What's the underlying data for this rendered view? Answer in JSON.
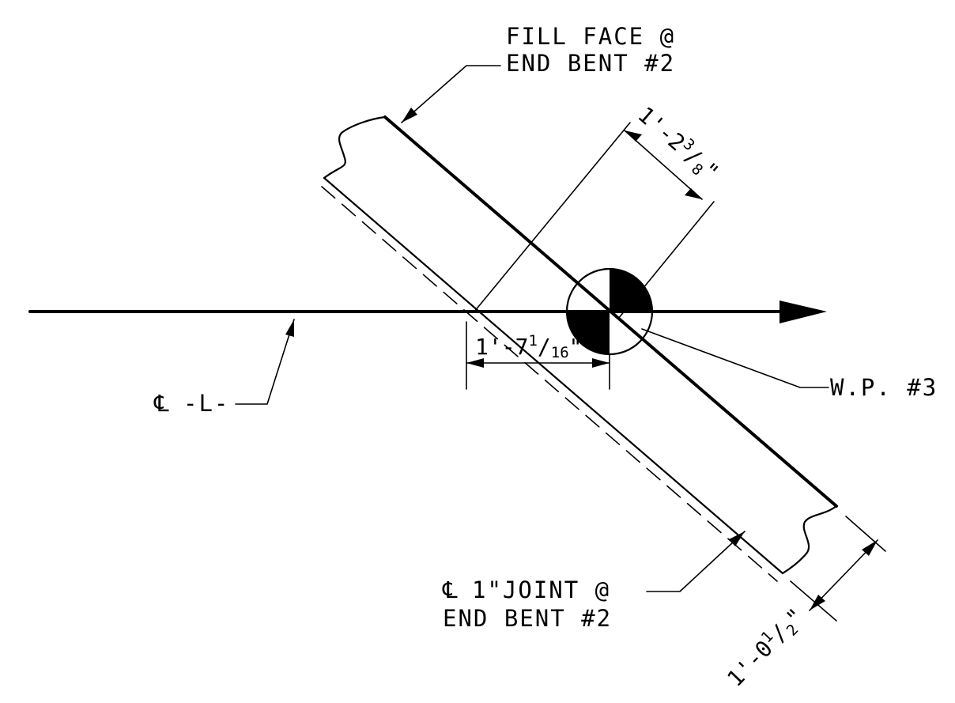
{
  "labels": {
    "fill_face_line1": "FILL FACE @",
    "fill_face_line2": "END BENT #2",
    "centerline_symbol": "℄",
    "centerline_name": "-L-",
    "joint_line1_symbol": "℄",
    "joint_line1_text": "1\"JOINT @",
    "joint_line2": "END BENT #2",
    "work_point": "W.P. #3"
  },
  "dimensions": {
    "skew_width": {
      "whole": "1'-2",
      "num": "3",
      "den": "8",
      "unit": "\""
    },
    "offset_along_cl": {
      "whole": "1'-7",
      "num": "1",
      "den": "16",
      "unit": "\""
    },
    "joint_offset": {
      "whole": "1'-0",
      "num": "1",
      "den": "2",
      "unit": "\""
    }
  },
  "colors": {
    "ink": "#000000",
    "paper": "#ffffff"
  }
}
